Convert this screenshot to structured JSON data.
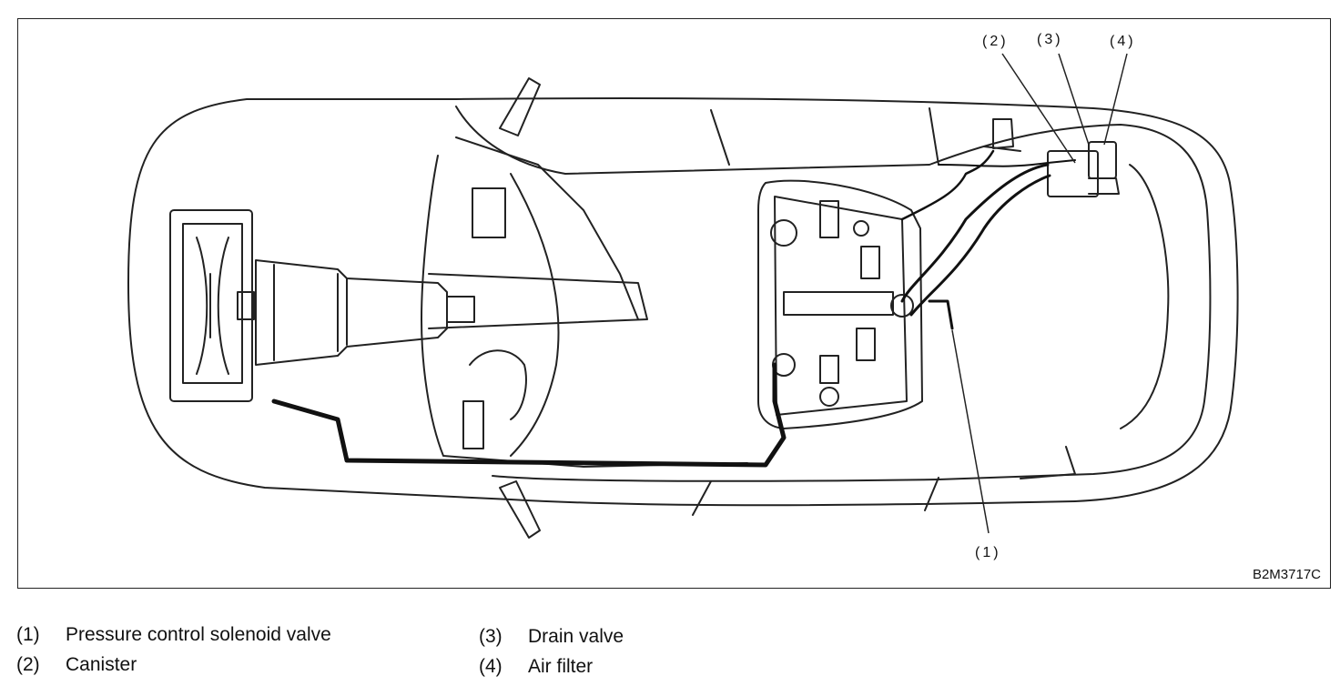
{
  "diagram": {
    "callouts": {
      "c1": "(1)",
      "c2": "(2)",
      "c3": "(3)",
      "c4": "(4)"
    },
    "figure_id": "B2M3717C"
  },
  "legend": [
    {
      "num": "(1)",
      "label": "Pressure control solenoid valve"
    },
    {
      "num": "(2)",
      "label": "Canister"
    },
    {
      "num": "(3)",
      "label": "Drain valve"
    },
    {
      "num": "(4)",
      "label": "Air filter"
    }
  ]
}
